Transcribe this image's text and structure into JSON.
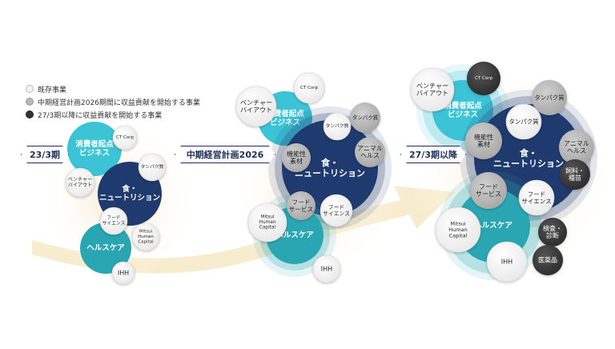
{
  "legend": [
    {
      "label": "既存事業",
      "type": "existing"
    },
    {
      "label": "中期経営計画2026期間に収益貢献を開始する事業",
      "type": "mid"
    },
    {
      "label": "27/3期以降に収益貢献を開始する事業",
      "type": "late"
    }
  ],
  "phases": [
    {
      "label": "23/3期"
    },
    {
      "label": "中期経営計画2026"
    },
    {
      "label": "27/3期以降"
    }
  ],
  "colors": {
    "navy": "#1f3a6e",
    "teal": "#2aa6b3",
    "cyan": "#3cc3d6",
    "arrow": "#f3dca6",
    "existing": "#f2f2f2",
    "mid": "#b7b7b7",
    "late": "#333333"
  },
  "clusters": [
    {
      "name": "23/3",
      "main": [
        {
          "label": "消費者起点\nビジネス",
          "kind": "cyan"
        },
        {
          "label": "食・\nニュートリション",
          "kind": "navy"
        },
        {
          "label": "ヘルスケア",
          "kind": "teal"
        }
      ],
      "subs": [
        {
          "label": "CT Corp",
          "type": "existing"
        },
        {
          "label": "タンパク質",
          "type": "existing"
        },
        {
          "label": "ベンチャー\nバイアウト",
          "type": "existing"
        },
        {
          "label": "フード\nサイエンス",
          "type": "existing"
        },
        {
          "label": "Mitsui\nHuman\nCapital",
          "type": "existing"
        },
        {
          "label": "IHH",
          "type": "existing"
        }
      ]
    },
    {
      "name": "2026",
      "main": [
        {
          "label": "消費者起点\nビジネス",
          "kind": "cyan"
        },
        {
          "label": "食・\nニュートリション",
          "kind": "navy"
        },
        {
          "label": "ヘルスケア",
          "kind": "teal"
        }
      ],
      "subs": [
        {
          "label": "CT Corp",
          "type": "existing"
        },
        {
          "label": "ベンチャー\nバイアウト",
          "type": "existing"
        },
        {
          "label": "タンパク質",
          "type": "mid"
        },
        {
          "label": "タンパク質",
          "type": "existing"
        },
        {
          "label": "機能性\n素材",
          "type": "mid"
        },
        {
          "label": "アニマル\nヘルス",
          "type": "mid"
        },
        {
          "label": "フード\nサービス",
          "type": "mid"
        },
        {
          "label": "フード\nサイエンス",
          "type": "existing"
        },
        {
          "label": "Mitsui\nHuman\nCapital",
          "type": "existing"
        },
        {
          "label": "IHH",
          "type": "existing"
        }
      ]
    },
    {
      "name": "27/3",
      "main": [
        {
          "label": "消費者起点\nビジネス",
          "kind": "cyan"
        },
        {
          "label": "食・\nニュートリション",
          "kind": "navy"
        },
        {
          "label": "ヘルスケア",
          "kind": "teal"
        }
      ],
      "subs": [
        {
          "label": "CT Corp",
          "type": "late"
        },
        {
          "label": "ベンチャー\nバイアウト",
          "type": "existing"
        },
        {
          "label": "タンパク質",
          "type": "mid"
        },
        {
          "label": "タンパク質",
          "type": "existing"
        },
        {
          "label": "機能性\n素材",
          "type": "mid"
        },
        {
          "label": "アニマル\nヘルス",
          "type": "mid"
        },
        {
          "label": "飼料・\n種苗",
          "type": "late"
        },
        {
          "label": "フード\nサービス",
          "type": "mid"
        },
        {
          "label": "フード\nサイエンス",
          "type": "existing"
        },
        {
          "label": "Mitsui\nHuman\nCapital",
          "type": "existing"
        },
        {
          "label": "検査・\n診断",
          "type": "late"
        },
        {
          "label": "IHH",
          "type": "existing"
        },
        {
          "label": "医薬品",
          "type": "late"
        }
      ]
    }
  ]
}
